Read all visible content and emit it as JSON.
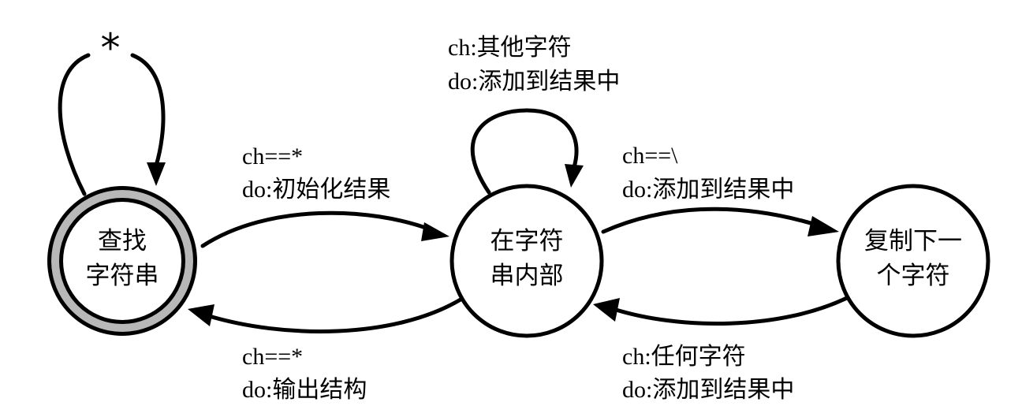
{
  "nodes": {
    "find_string": {
      "lines": [
        "查找",
        "字符串"
      ]
    },
    "in_string": {
      "lines": [
        "在字符",
        "串内部"
      ]
    },
    "copy_next": {
      "lines": [
        "复制下一",
        "个字符"
      ]
    }
  },
  "edges": {
    "self_find": {
      "label": "*"
    },
    "find_to_in": {
      "cond": "ch==*",
      "action": "do:初始化结果"
    },
    "in_to_find": {
      "cond": "ch==*",
      "action": "do:输出结构"
    },
    "self_in": {
      "cond": "ch:其他字符",
      "action": "do:添加到结果中"
    },
    "in_to_copy": {
      "cond": "ch==\\",
      "action": "do:添加到结果中"
    },
    "copy_to_in": {
      "cond": "ch:任何字符",
      "action": "do:添加到结果中"
    }
  },
  "colors": {
    "accept_ring": "#b8b8b8",
    "stroke": "#000000"
  }
}
